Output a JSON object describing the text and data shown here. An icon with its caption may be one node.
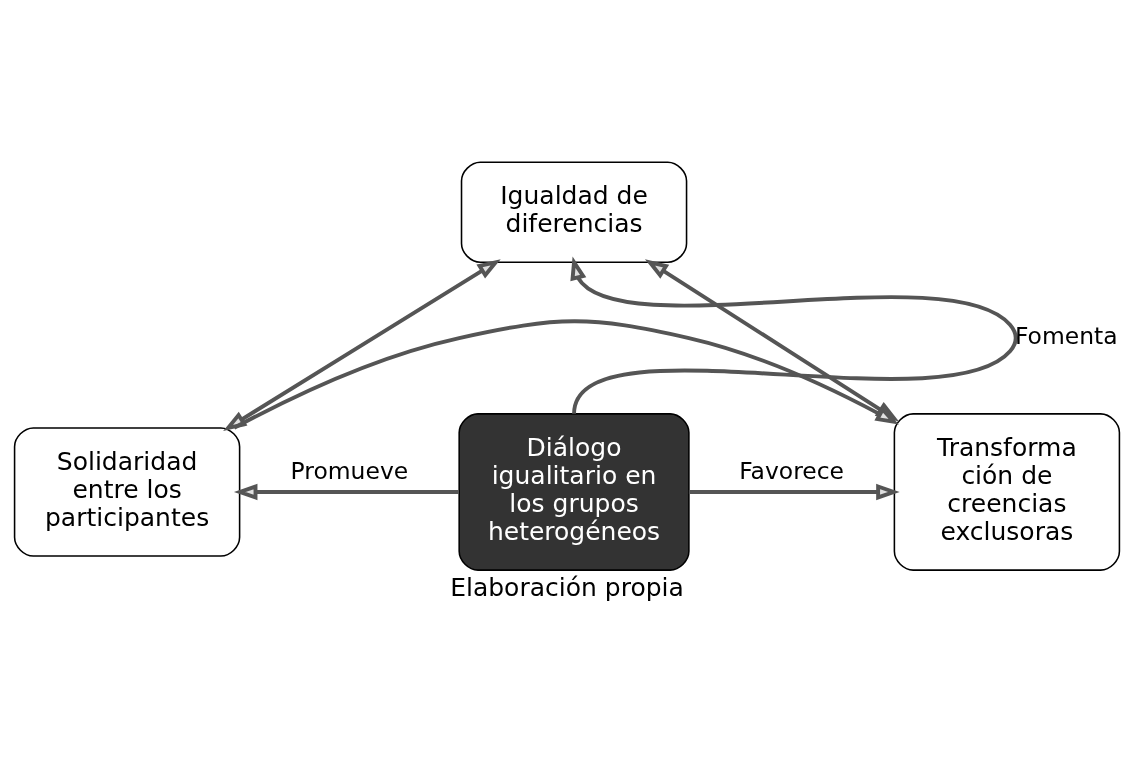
{
  "diagram": {
    "caption": "Elaboración propia",
    "nodes": [
      {
        "text": [
          "Igualdad de diferencias"
        ]
      },
      {
        "text": [
          "Solidaridad entre los participantes"
        ]
      },
      {
        "text": [
          "Diálogo igualitario en los grupos heterogéneos"
        ]
      },
      {
        "text": [
          "Transforma ción de creencias exclusoras"
        ]
      }
    ],
    "edges": [
      {
        "from": 1,
        "to": 0,
        "arrow": "both"
      },
      {
        "from": 0,
        "to": 3,
        "arrow": "both"
      },
      {
        "from": 2,
        "to": 0,
        "arrow": "to",
        "label": "Fomenta"
      },
      {
        "from": 2,
        "to": 1,
        "arrow": "to",
        "label": "Promueve"
      },
      {
        "from": 2,
        "to": 3,
        "arrow": "to",
        "label": "Favorece"
      },
      {
        "from": 1,
        "to": 3,
        "arrow": "to"
      }
    ]
  }
}
